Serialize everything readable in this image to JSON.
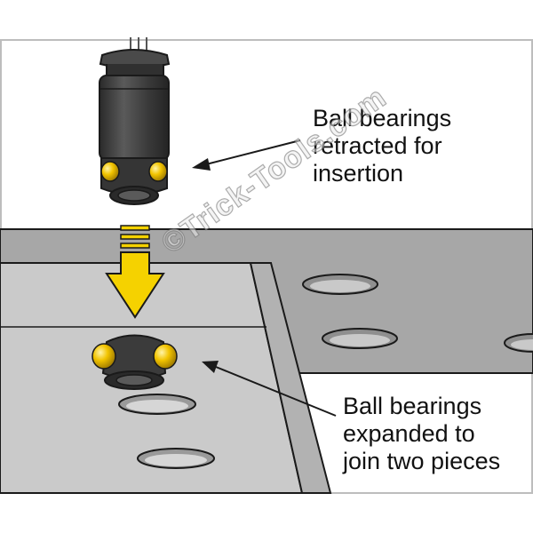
{
  "labels": {
    "retracted": [
      "Ball bearings",
      "retracted for",
      "insertion"
    ],
    "expanded": [
      "Ball bearings",
      "expanded to",
      "join two pieces"
    ]
  },
  "watermark": "©Trick-Tools.com",
  "colors": {
    "frame": "#bdbdbd",
    "plate_back": "#a9a9a9",
    "plate_front": "#c9c9c9",
    "plate_front_edge": "#b5b5b5",
    "tool_body": "#3f3f3f",
    "bearing": "#f2c400",
    "arrow": "#f5d200",
    "outline": "#1a1a1a"
  }
}
